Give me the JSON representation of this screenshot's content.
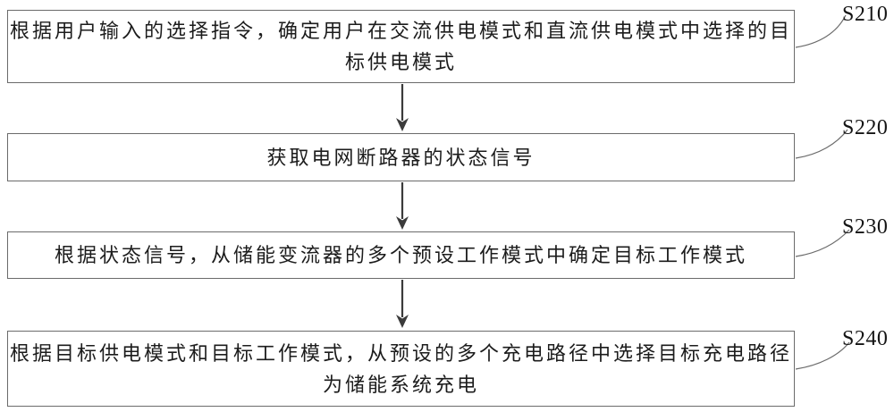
{
  "figure": {
    "type": "flowchart",
    "background_color": "#ffffff",
    "box_border_color": "#6b6b6b",
    "arrow_color": "#3b3b3b",
    "leader_line_color": "#6b6b6b",
    "text_color": "#1c1c1c"
  },
  "steps": [
    {
      "label": "S210",
      "text": "根据用户输入的选择指令，确定用户在交流供电模式和直流供电模式中选择的目标供电模式",
      "lines": [
        "根据用户输入的选择指令，确定用户在交流供电模式和直流供电模式中选择的目",
        "标供电模式"
      ]
    },
    {
      "label": "S220",
      "text": "获取电网断路器的状态信号",
      "lines": [
        "获取电网断路器的状态信号"
      ]
    },
    {
      "label": "S230",
      "text": "根据状态信号，从储能变流器的多个预设工作模式中确定目标工作模式",
      "lines": [
        "根据状态信号，从储能变流器的多个预设工作模式中确定目标工作模式"
      ]
    },
    {
      "label": "S240",
      "text": "根据目标供电模式和目标工作模式，从预设的多个充电路径中选择目标充电路径为储能系统充电",
      "lines": [
        "根据目标供电模式和目标工作模式，从预设的多个充电路径中选择目标充电路径",
        "为储能系统充电"
      ]
    }
  ]
}
